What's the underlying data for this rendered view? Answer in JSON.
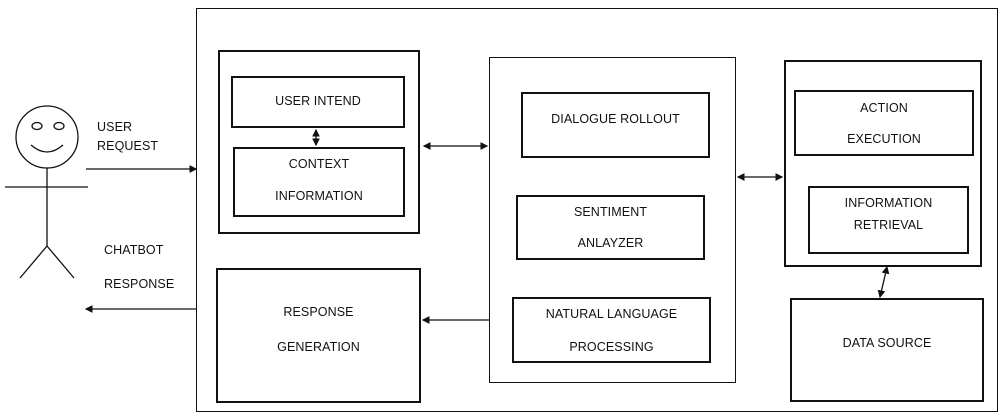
{
  "user": {
    "request_line1": "USER",
    "request_line2": "REQUEST",
    "response_line1": "CHATBOT",
    "response_line2": "RESPONSE"
  },
  "blocks": {
    "user_intend": "USER INTEND",
    "context_line1": "CONTEXT",
    "context_line2": "INFORMATION",
    "dialogue_rollout": "DIALOGUE ROLLOUT",
    "sentiment_line1": "SENTIMENT",
    "sentiment_line2": "ANLAYZER",
    "nlp_line1": "NATURAL LANGUAGE",
    "nlp_line2": "PROCESSING",
    "response_line1": "RESPONSE",
    "response_line2": "GENERATION",
    "action_line1": "ACTION",
    "action_line2": "EXECUTION",
    "info_line1": "INFORMATION",
    "info_line2": "RETRIEVAL",
    "data_source": "DATA SOURCE"
  }
}
